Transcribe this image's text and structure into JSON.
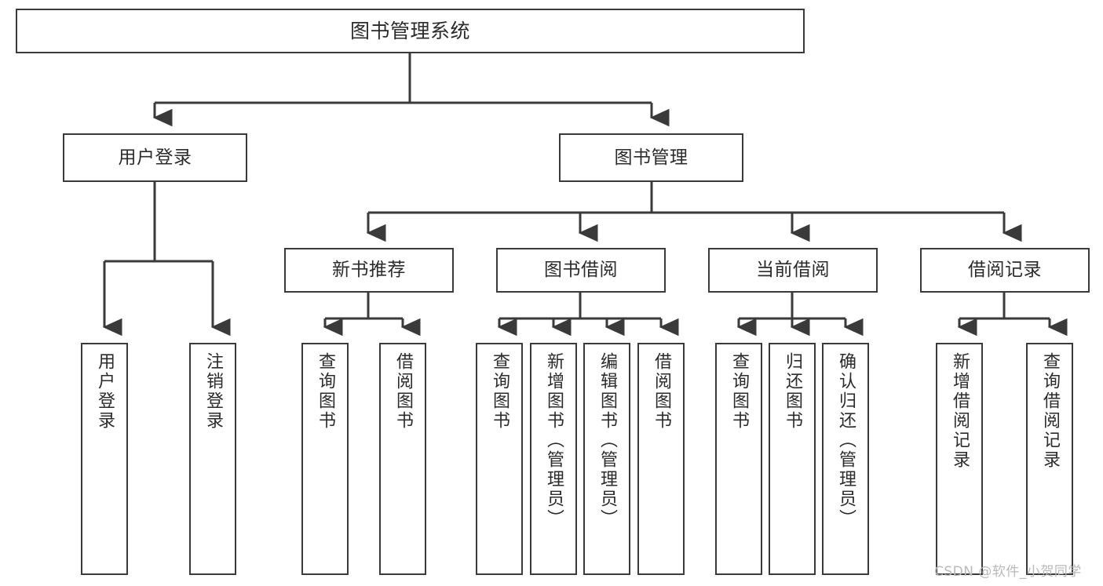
{
  "diagram": {
    "title": "图书管理系统",
    "type": "tree-hierarchy",
    "watermark": "CSDN @软件_小贺同学",
    "colors": {
      "stroke": "#3a3a3a",
      "fill": "#ffffff",
      "text": "#2b2b2b",
      "watermark": "#b9b9b9"
    },
    "nodes": {
      "root": {
        "label": "图书管理系统"
      },
      "level2": [
        {
          "id": "user-login",
          "label": "用户登录"
        },
        {
          "id": "book-manage",
          "label": "图书管理"
        }
      ],
      "level3": [
        {
          "id": "new-book-rec",
          "label": "新书推荐"
        },
        {
          "id": "book-borrow",
          "label": "图书借阅"
        },
        {
          "id": "current-borrow",
          "label": "当前借阅"
        },
        {
          "id": "borrow-record",
          "label": "借阅记录"
        }
      ],
      "leaves": {
        "user_login": [
          {
            "id": "leaf-user-login",
            "label": "用户登录"
          },
          {
            "id": "leaf-logout-login",
            "label": "注销登录"
          }
        ],
        "new_book_rec": [
          {
            "id": "leaf-query-book-1",
            "label": "查询图书"
          },
          {
            "id": "leaf-borrow-book-1",
            "label": "借阅图书"
          }
        ],
        "book_borrow": [
          {
            "id": "leaf-query-book-2",
            "label": "查询图书"
          },
          {
            "id": "leaf-add-book",
            "label": "新增图书（管理员）"
          },
          {
            "id": "leaf-edit-book",
            "label": "编辑图书（管理员）"
          },
          {
            "id": "leaf-borrow-book-2",
            "label": "借阅图书"
          }
        ],
        "current_borrow": [
          {
            "id": "leaf-query-book-3",
            "label": "查询图书"
          },
          {
            "id": "leaf-return-book",
            "label": "归还图书"
          },
          {
            "id": "leaf-confirm-return",
            "label": "确认归还（管理员）"
          }
        ],
        "borrow_record": [
          {
            "id": "leaf-add-record",
            "label": "新增借阅记录"
          },
          {
            "id": "leaf-query-record",
            "label": "查询借阅记录"
          }
        ]
      }
    }
  }
}
